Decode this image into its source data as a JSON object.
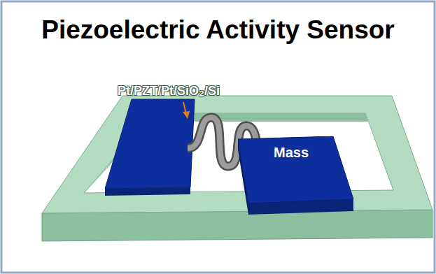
{
  "diagram": {
    "title": "Piezoelectric Activity Sensor",
    "nodes": [
      {
        "text": [
          "Mass"
        ]
      }
    ],
    "labels": [
      "Pt/PZT/Pt/SiO₂/Si"
    ]
  }
}
